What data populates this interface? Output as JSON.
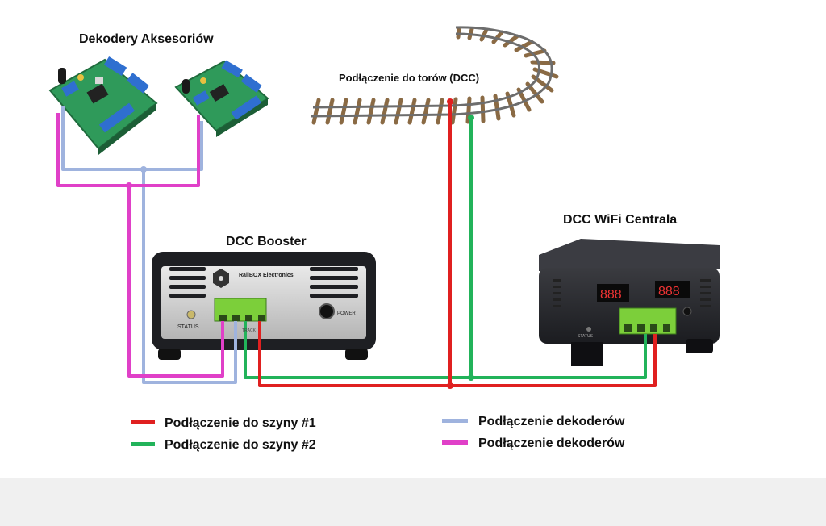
{
  "labels": {
    "accessory_decoders": "Dekodery Aksesoriów",
    "track_connection": "Podłączenie do torów (DCC)",
    "booster": "DCC Booster",
    "central": "DCC WiFi Centrala"
  },
  "booster_panel": {
    "brand": "RailBOX Electronics",
    "status": "STATUS",
    "power": "POWER",
    "track": "TRACK"
  },
  "central_panel": {
    "display_left": "888",
    "display_right": "888",
    "status": "STATUS"
  },
  "legend": [
    {
      "label": "Podłączenie do szyny #1",
      "color": "#e02020"
    },
    {
      "label": "Podłączenie do szyny #2",
      "color": "#22b35a"
    },
    {
      "label": "Podłączenie dekoderów",
      "color": "#9fb3de"
    },
    {
      "label": "Podłączenie dekoderów",
      "color": "#e040c8"
    }
  ],
  "colors": {
    "rail1": "#e02020",
    "rail2": "#22b35a",
    "decoder_a": "#9fb3de",
    "decoder_b": "#e040c8",
    "pcb": "#2f9a5a",
    "terminal_blue": "#2f6fd0",
    "terminal_green": "#7ccf3a"
  }
}
